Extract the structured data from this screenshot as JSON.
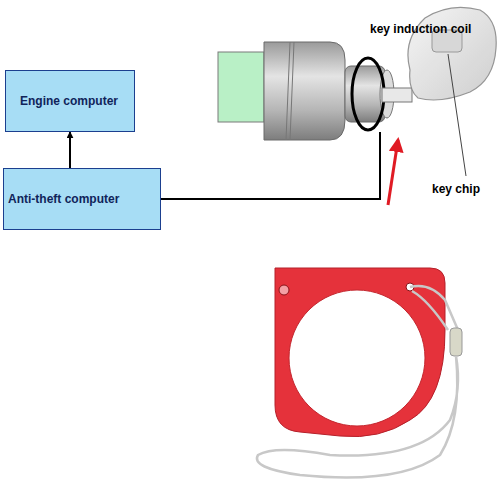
{
  "diagram": {
    "nodes": [
      {
        "text": [
          "Engine computer"
        ]
      },
      {
        "text": [
          "Anti-theft computer"
        ]
      }
    ],
    "edges": [
      {
        "from": 1,
        "to": 0,
        "arrow": "to"
      }
    ],
    "labels": [
      "key induction coil",
      "key chip"
    ]
  }
}
